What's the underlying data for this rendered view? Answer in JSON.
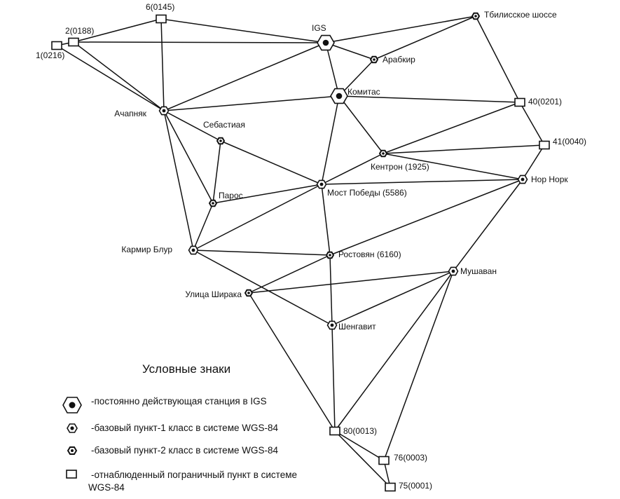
{
  "nodes": [
    {
      "id": "n1",
      "type": "square",
      "label": "1(0216)"
    },
    {
      "id": "n2",
      "type": "square",
      "label": "2(0188)"
    },
    {
      "id": "n6",
      "type": "square",
      "label": "6(0145)"
    },
    {
      "id": "igs",
      "type": "igs",
      "label": "IGS"
    },
    {
      "id": "tbil",
      "type": "class2",
      "label": "Тбилисское шоссе"
    },
    {
      "id": "arab",
      "type": "class2",
      "label": "Арабкир"
    },
    {
      "id": "komit",
      "type": "igs",
      "label": "Комитас"
    },
    {
      "id": "n40",
      "type": "square",
      "label": "40(0201)"
    },
    {
      "id": "n41",
      "type": "square",
      "label": "41(0040)"
    },
    {
      "id": "achap",
      "type": "class1",
      "label": "Ачапняк"
    },
    {
      "id": "sebast",
      "type": "class2",
      "label": "Себастиая"
    },
    {
      "id": "kentr",
      "type": "class2",
      "label": "Кентрон (1925)"
    },
    {
      "id": "nork",
      "type": "class1",
      "label": "Нор Норк"
    },
    {
      "id": "most",
      "type": "class1",
      "label": "Мост Победы (5586)"
    },
    {
      "id": "paros",
      "type": "class2",
      "label": "Парос"
    },
    {
      "id": "karmir",
      "type": "class1",
      "label": "Кармир Блур"
    },
    {
      "id": "rostov",
      "type": "class2",
      "label": "Ростовян (6160)"
    },
    {
      "id": "mushav",
      "type": "class1",
      "label": "Мушаван"
    },
    {
      "id": "shirak",
      "type": "class2",
      "label": "Улица Ширака"
    },
    {
      "id": "sheng",
      "type": "class1",
      "label": "Шенгавит"
    },
    {
      "id": "n80",
      "type": "square",
      "label": "80(0013)"
    },
    {
      "id": "n76",
      "type": "square",
      "label": "76(0003)"
    },
    {
      "id": "n75",
      "type": "square",
      "label": "75(0001)"
    }
  ],
  "edges": [
    [
      "n1",
      "n2"
    ],
    [
      "n1",
      "achap"
    ],
    [
      "n2",
      "n6"
    ],
    [
      "n2",
      "igs"
    ],
    [
      "n2",
      "achap"
    ],
    [
      "n6",
      "igs"
    ],
    [
      "n6",
      "achap"
    ],
    [
      "igs",
      "tbil"
    ],
    [
      "igs",
      "arab"
    ],
    [
      "igs",
      "achap"
    ],
    [
      "igs",
      "komit"
    ],
    [
      "tbil",
      "arab"
    ],
    [
      "tbil",
      "n40"
    ],
    [
      "arab",
      "komit"
    ],
    [
      "komit",
      "achap"
    ],
    [
      "komit",
      "n40"
    ],
    [
      "komit",
      "kentr"
    ],
    [
      "komit",
      "most"
    ],
    [
      "n40",
      "n41"
    ],
    [
      "n40",
      "kentr"
    ],
    [
      "n41",
      "kentr"
    ],
    [
      "n41",
      "nork"
    ],
    [
      "achap",
      "sebast"
    ],
    [
      "achap",
      "paros"
    ],
    [
      "achap",
      "karmir"
    ],
    [
      "sebast",
      "most"
    ],
    [
      "sebast",
      "paros"
    ],
    [
      "kentr",
      "most"
    ],
    [
      "kentr",
      "nork"
    ],
    [
      "most",
      "nork"
    ],
    [
      "most",
      "paros"
    ],
    [
      "most",
      "karmir"
    ],
    [
      "most",
      "rostov"
    ],
    [
      "karmir",
      "paros"
    ],
    [
      "karmir",
      "rostov"
    ],
    [
      "karmir",
      "sheng"
    ],
    [
      "nork",
      "rostov"
    ],
    [
      "nork",
      "mushav"
    ],
    [
      "rostov",
      "shirak"
    ],
    [
      "rostov",
      "sheng"
    ],
    [
      "mushav",
      "shirak"
    ],
    [
      "mushav",
      "sheng"
    ],
    [
      "mushav",
      "n80"
    ],
    [
      "mushav",
      "n76"
    ],
    [
      "shirak",
      "n80"
    ],
    [
      "sheng",
      "n80"
    ],
    [
      "n80",
      "n76"
    ],
    [
      "n80",
      "n75"
    ],
    [
      "n76",
      "n75"
    ]
  ],
  "legend": {
    "title": "Условные знаки",
    "items": [
      {
        "symbol": "igs",
        "text": "-постоянно действующая станция в IGS"
      },
      {
        "symbol": "class1",
        "text": "-базовый пункт-1 класс в системе WGS-84"
      },
      {
        "symbol": "class2",
        "text": "-базовый пункт-2 класс в системе WGS-84"
      },
      {
        "symbol": "square",
        "text": "-отнаблюденный пограничный пункт в  системе",
        "text2": "WGS-84"
      }
    ]
  }
}
